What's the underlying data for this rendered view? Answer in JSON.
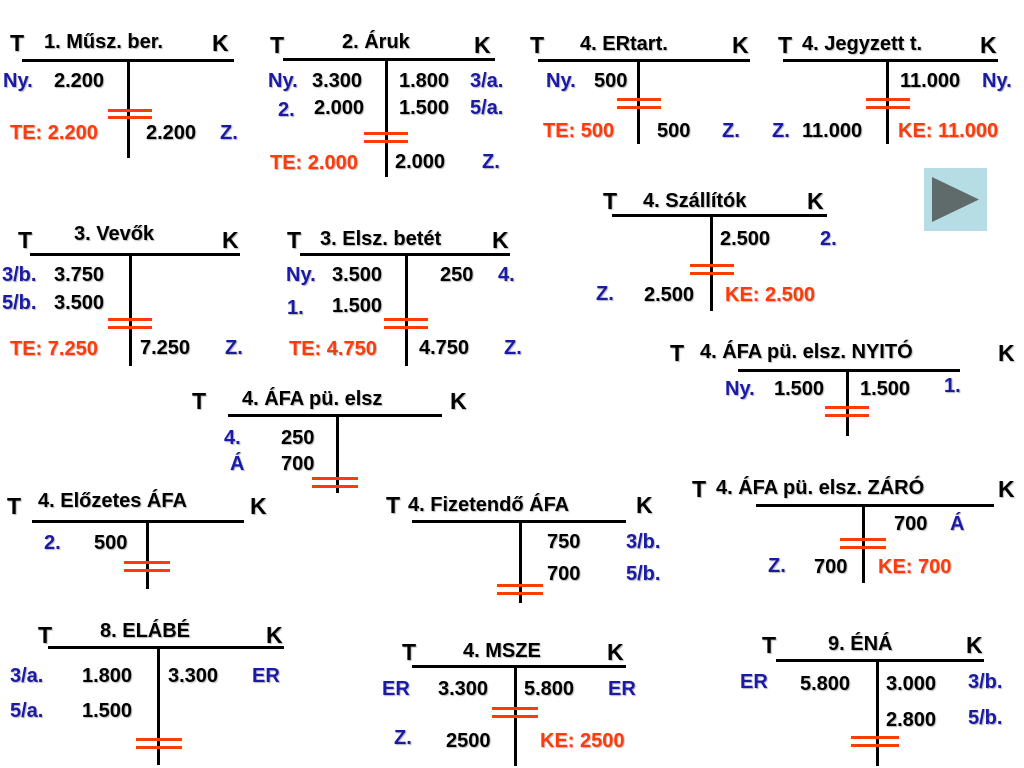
{
  "accounts": [
    {
      "title": "1. Műsz. ber.",
      "T": "T",
      "K": "K",
      "left": [
        "Ny.",
        "2.200"
      ],
      "te": "TE: 2.200",
      "right": [
        "2.200",
        "Z."
      ]
    },
    {
      "title": "2. Áruk",
      "T": "T",
      "K": "K",
      "left": [
        "Ny.",
        "3.300",
        "2.",
        "2.000"
      ],
      "right": [
        "1.800",
        "3/a.",
        "1.500",
        "5/a."
      ],
      "te": "TE: 2.000",
      "close": [
        "2.000",
        "Z."
      ]
    },
    {
      "title": "4. ERtart.",
      "T": "T",
      "K": "K",
      "left": [
        "Ny.",
        "500"
      ],
      "te": "TE: 500",
      "right": [
        "500",
        "Z."
      ]
    },
    {
      "title": "4. Jegyzett t.",
      "T": "T",
      "K": "K",
      "right": [
        "11.000",
        "Ny."
      ],
      "left": [
        "Z.",
        "11.000"
      ],
      "ke": "KE: 11.000"
    },
    {
      "title": "4. Szállítók",
      "T": "T",
      "K": "K",
      "right": [
        "2.500",
        "2."
      ],
      "left": [
        "Z.",
        "2.500"
      ],
      "ke": "KE: 2.500"
    },
    {
      "title": "3. Vevők",
      "T": "T",
      "K": "K",
      "left": [
        "3/b.",
        "3.750",
        "5/b.",
        "3.500"
      ],
      "te": "TE: 7.250",
      "right": [
        "7.250",
        "Z."
      ]
    },
    {
      "title": "3. Elsz. betét",
      "T": "T",
      "K": "K",
      "left": [
        "Ny.",
        "3.500",
        "1.",
        "1.500"
      ],
      "right": [
        "250",
        "4."
      ],
      "te": "TE: 4.750",
      "close": [
        "4.750",
        "Z."
      ]
    },
    {
      "title": "4. ÁFA pü. elsz. NYITÓ",
      "T": "T",
      "K": "K",
      "left": [
        "Ny.",
        "1.500"
      ],
      "right": [
        "1.500",
        "1."
      ]
    },
    {
      "title": "4. ÁFA pü. elsz",
      "T": "T",
      "K": "K",
      "left": [
        "4.",
        "250",
        "Á",
        "700"
      ]
    },
    {
      "title": "4. Előzetes ÁFA",
      "T": "T",
      "K": "K",
      "left": [
        "2.",
        "500"
      ]
    },
    {
      "title": "4. Fizetendő ÁFA",
      "T": "T",
      "K": "K",
      "right": [
        "750",
        "3/b.",
        "700",
        "5/b."
      ]
    },
    {
      "title": "4. ÁFA pü. elsz. ZÁRÓ",
      "T": "T",
      "K": "K",
      "right": [
        "700",
        "Á"
      ],
      "left": [
        "Z.",
        "700"
      ],
      "ke": "KE: 700"
    },
    {
      "title": "8. ELÁBÉ",
      "T": "T",
      "K": "K",
      "left": [
        "3/a.",
        "1.800",
        "5/a.",
        "1.500"
      ],
      "right": [
        "3.300",
        "ER"
      ]
    },
    {
      "title": "4. MSZE",
      "T": "T",
      "K": "K",
      "left": [
        "ER",
        "3.300"
      ],
      "right": [
        "5.800",
        "ER"
      ],
      "bottom": [
        "Z.",
        "2500"
      ],
      "ke": "KE: 2500"
    },
    {
      "title": "9. ÉNÁ",
      "T": "T",
      "K": "K",
      "left": [
        "ER",
        "5.800"
      ],
      "right": [
        "3.000",
        "3/b.",
        "2.800",
        "5/b."
      ]
    }
  ],
  "nav": {
    "next_icon": "play-next-icon"
  },
  "colors": {
    "text": "#000000",
    "ref": "#1a1aa6",
    "balance": "#ff3b0a",
    "nav_bg": "#b7dde4",
    "nav_arrow": "#5f6b6a"
  }
}
